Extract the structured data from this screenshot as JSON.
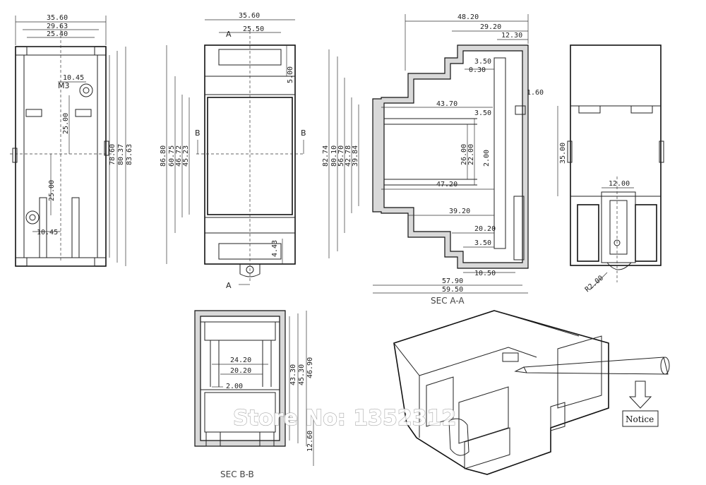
{
  "front_view": {
    "dims": [
      "35.60",
      "29.63",
      "25.40",
      "10.45",
      "M3",
      "25.00",
      "25.00",
      "10.45",
      "78.60",
      "80.37",
      "83.63"
    ]
  },
  "side_view": {
    "dims": [
      "35.60",
      "25.50",
      "5.00",
      "86.80",
      "60.75",
      "46.72",
      "45.23",
      "4.43"
    ],
    "section_marks": [
      "A",
      "A",
      "B",
      "B"
    ]
  },
  "section_a": {
    "caption": "SEC A-A",
    "dims_top": [
      "48.20",
      "29.20",
      "12.30",
      "3.50",
      "0.30",
      "1.60",
      "43.70",
      "3.50"
    ],
    "dims_vertical": [
      "82.74",
      "80.10",
      "56.70",
      "42.78",
      "39.84",
      "26.00",
      "22.00",
      "2.00"
    ],
    "dims_bottom": [
      "47.20",
      "39.20",
      "20.20",
      "3.50",
      "10.50",
      "57.90",
      "59.50"
    ]
  },
  "back_view": {
    "dims": [
      "35.00",
      "12.00",
      "R2.00"
    ]
  },
  "section_b": {
    "caption": "SEC B-B",
    "dims": [
      "24.20",
      "20.20",
      "2.00",
      "43.30",
      "45.30",
      "46.90",
      "12.60"
    ]
  },
  "perspective": {
    "notice_label": "Notice",
    "watermark": "Store No: 1352312"
  }
}
